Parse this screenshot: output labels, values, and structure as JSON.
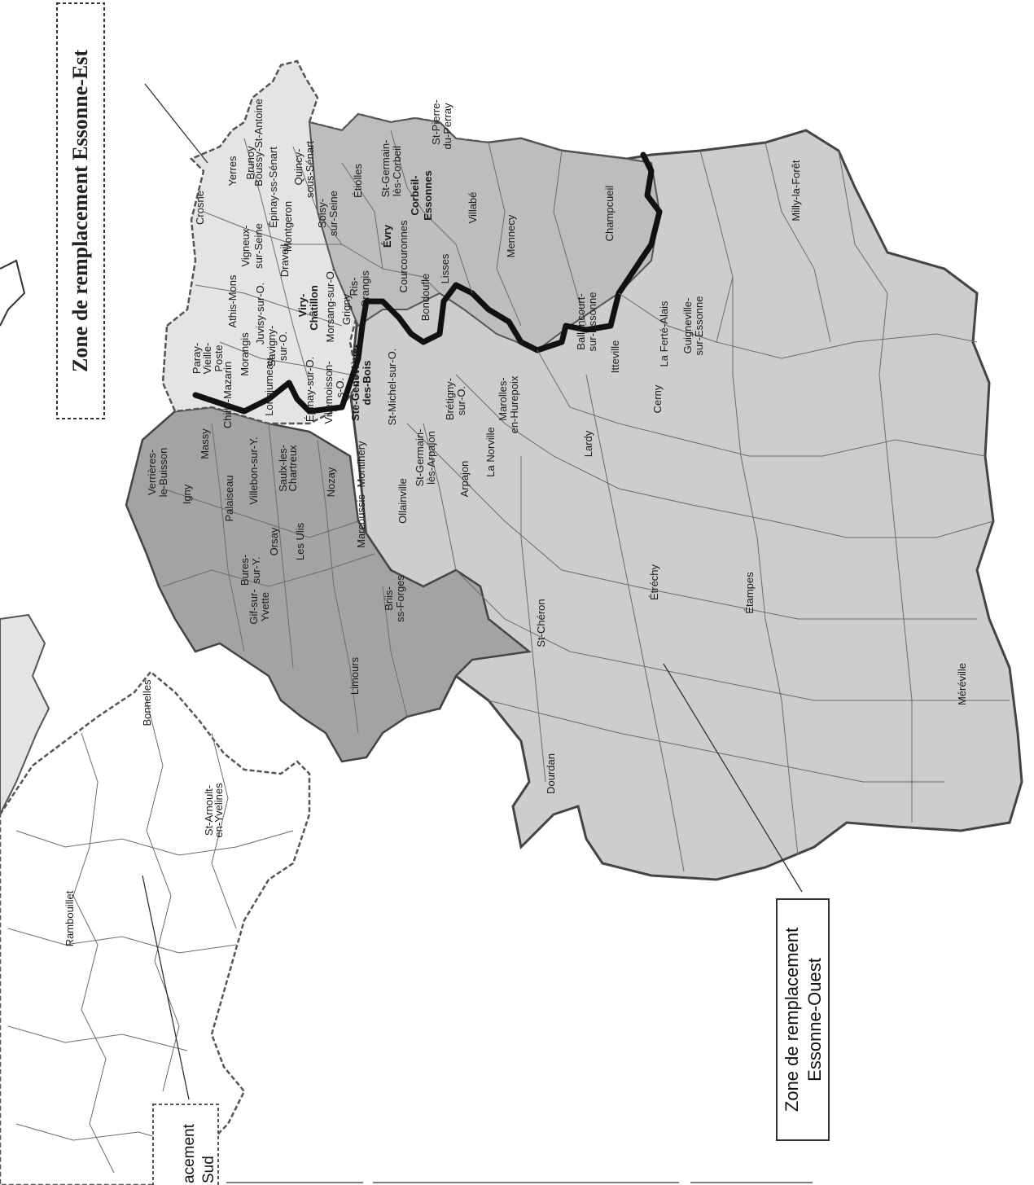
{
  "zones": {
    "east": "Zone de remplacement Essonne-Est",
    "west_line1": "Zone de remplacement",
    "west_line2": "Essonne-Ouest",
    "south_line1": "acement",
    "south_line2": "Sud"
  },
  "colors": {
    "zone_east": "#e4e4e4",
    "zone_center": "#cdcdcd",
    "zone_west_light": "#c3c3c3",
    "zone_west_dark": "#a3a3a3",
    "zone_south": "#ffffff",
    "border": "#111111",
    "commune_line": "#6b6b6b"
  },
  "communes": [
    {
      "name": "Boussy-St-Antoine"
    },
    {
      "name": "Brunoy"
    },
    {
      "name": "Épinay-ss-Sénart"
    },
    {
      "name": "Quincy-"
    },
    {
      "name": "sous-Sénart"
    },
    {
      "name": "Yerres"
    },
    {
      "name": "Crosne"
    },
    {
      "name": "Vigneux-"
    },
    {
      "name": "sur-Seine"
    },
    {
      "name": "Montgeron"
    },
    {
      "name": "Draveil"
    },
    {
      "name": "Soisy-"
    },
    {
      "name": "sur-Seine"
    },
    {
      "name": "Étiolles"
    },
    {
      "name": "St-Germain-"
    },
    {
      "name": "lès-Corbeil"
    },
    {
      "name": "St-Pierre-"
    },
    {
      "name": "du-Perray"
    },
    {
      "name": "Corbeil-"
    },
    {
      "name": "Essonnes"
    },
    {
      "name": "Évry"
    },
    {
      "name": "Courcouronnes"
    },
    {
      "name": "Villabé"
    },
    {
      "name": "Lisses"
    },
    {
      "name": "Mennecy"
    },
    {
      "name": "Bondoufle"
    },
    {
      "name": "Ris-"
    },
    {
      "name": "Orangis"
    },
    {
      "name": "Grigny"
    },
    {
      "name": "Viry-"
    },
    {
      "name": "Châtillon"
    },
    {
      "name": "Morsang-sur-O."
    },
    {
      "name": "Athis-Mons"
    },
    {
      "name": "Juvisy-sur-O."
    },
    {
      "name": "Paray-"
    },
    {
      "name": "Vieille-"
    },
    {
      "name": "Poste"
    },
    {
      "name": "Morangis"
    },
    {
      "name": "Savigny-"
    },
    {
      "name": "sur-O."
    },
    {
      "name": "Épinay-sur-O."
    },
    {
      "name": "Chilly-Mazarin"
    },
    {
      "name": "Longjumeau"
    },
    {
      "name": "Villemoisson-"
    },
    {
      "name": "s-O."
    },
    {
      "name": "Ste-Geneviève-"
    },
    {
      "name": "des-Bois"
    },
    {
      "name": "St-Michel-sur-O."
    },
    {
      "name": "Brétigny-"
    },
    {
      "name": "sur-O."
    },
    {
      "name": "Marolles-"
    },
    {
      "name": "en-Hurepoix"
    },
    {
      "name": "Ballancourt-"
    },
    {
      "name": "sur-Essonne"
    },
    {
      "name": "Champcueil"
    },
    {
      "name": "Milly-la-Forêt"
    },
    {
      "name": "Itteville"
    },
    {
      "name": "La Ferté-Alais"
    },
    {
      "name": "Guigneville-"
    },
    {
      "name": "sur-Essonne"
    },
    {
      "name": "Cerny"
    },
    {
      "name": "Lardy"
    },
    {
      "name": "La Norville"
    },
    {
      "name": "Arpajon"
    },
    {
      "name": "St-Germain-"
    },
    {
      "name": "lès-Arpajon"
    },
    {
      "name": "Ollainville"
    },
    {
      "name": "Montlhéry"
    },
    {
      "name": "Villebon-sur-Y."
    },
    {
      "name": "Saulx-les-"
    },
    {
      "name": "Chartreux"
    },
    {
      "name": "Nozay"
    },
    {
      "name": "Massy"
    },
    {
      "name": "Verrières-"
    },
    {
      "name": "le-Buisson"
    },
    {
      "name": "Igny"
    },
    {
      "name": "Palaiseau"
    },
    {
      "name": "Orsay"
    },
    {
      "name": "Les Ulis"
    },
    {
      "name": "Marcoussis"
    },
    {
      "name": "Bures-"
    },
    {
      "name": "sur-Y."
    },
    {
      "name": "Gif-sur-"
    },
    {
      "name": "Yvette"
    },
    {
      "name": "Briis-"
    },
    {
      "name": "ss-Forges"
    },
    {
      "name": "Limours"
    },
    {
      "name": "Étréchy"
    },
    {
      "name": "Étampes"
    },
    {
      "name": "St-Chéron"
    },
    {
      "name": "Méréville"
    },
    {
      "name": "Dourdan"
    },
    {
      "name": "Bonnelles"
    },
    {
      "name": "St-Arnoult-"
    },
    {
      "name": "en-Yvelines"
    },
    {
      "name": "Rambouillet"
    }
  ]
}
